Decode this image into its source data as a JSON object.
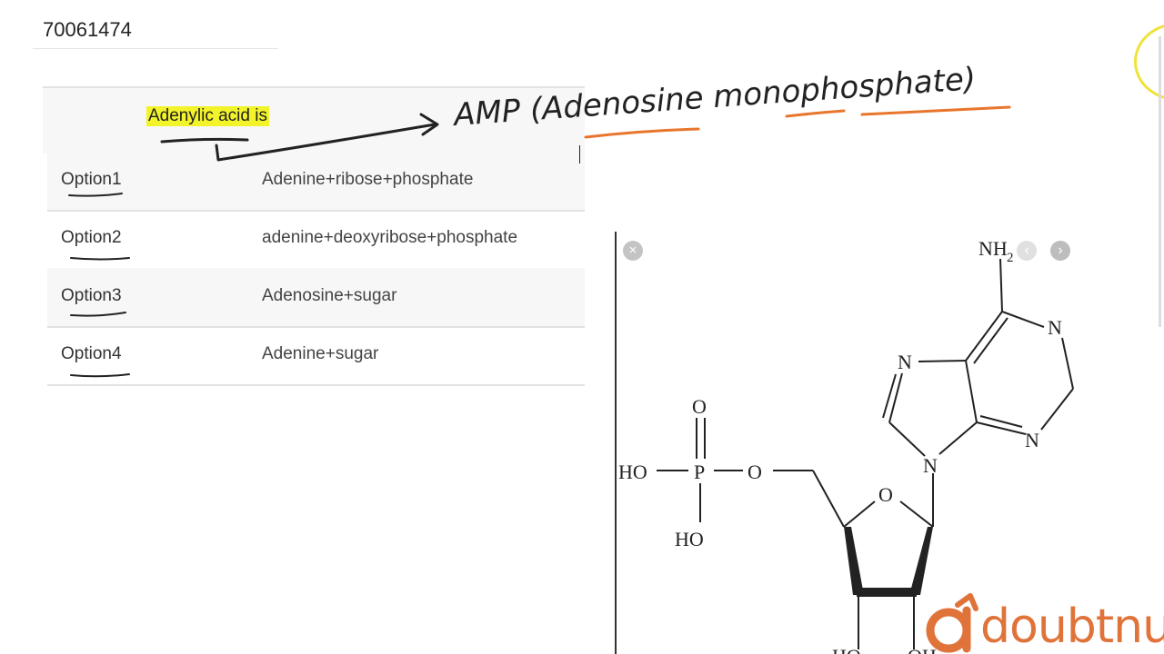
{
  "question_id": "70061474",
  "question": "Adenylic acid is",
  "options": [
    {
      "label": "Option1",
      "text": "Adenine+ribose+phosphate"
    },
    {
      "label": "Option2",
      "text": "adenine+deoxyribose+phosphate"
    },
    {
      "label": "Option3",
      "text": "Adenosine+sugar"
    },
    {
      "label": "Option4",
      "text": "Adenine+sugar"
    }
  ],
  "handwritten_note": "AMP (Adenosine monophosphate)",
  "structure": {
    "labels": {
      "nh2": "NH",
      "nh2_sub": "2",
      "n1": "N",
      "n2": "N",
      "n3": "N",
      "n4": "N",
      "o_ring": "O",
      "o_double": "O",
      "ho1": "HO",
      "p": "P",
      "o_link": "O",
      "ho2": "HO",
      "ho3": "HO",
      "oh": "OH"
    }
  },
  "viewer_controls": {
    "close_icon": "×",
    "prev_icon": "‹",
    "next_icon": "›"
  },
  "brand": {
    "name": "doubtnut",
    "color": "#e0733a"
  },
  "colors": {
    "highlight": "#f3f32a",
    "ink": "#222222",
    "underline_accent": "#e8762c"
  }
}
